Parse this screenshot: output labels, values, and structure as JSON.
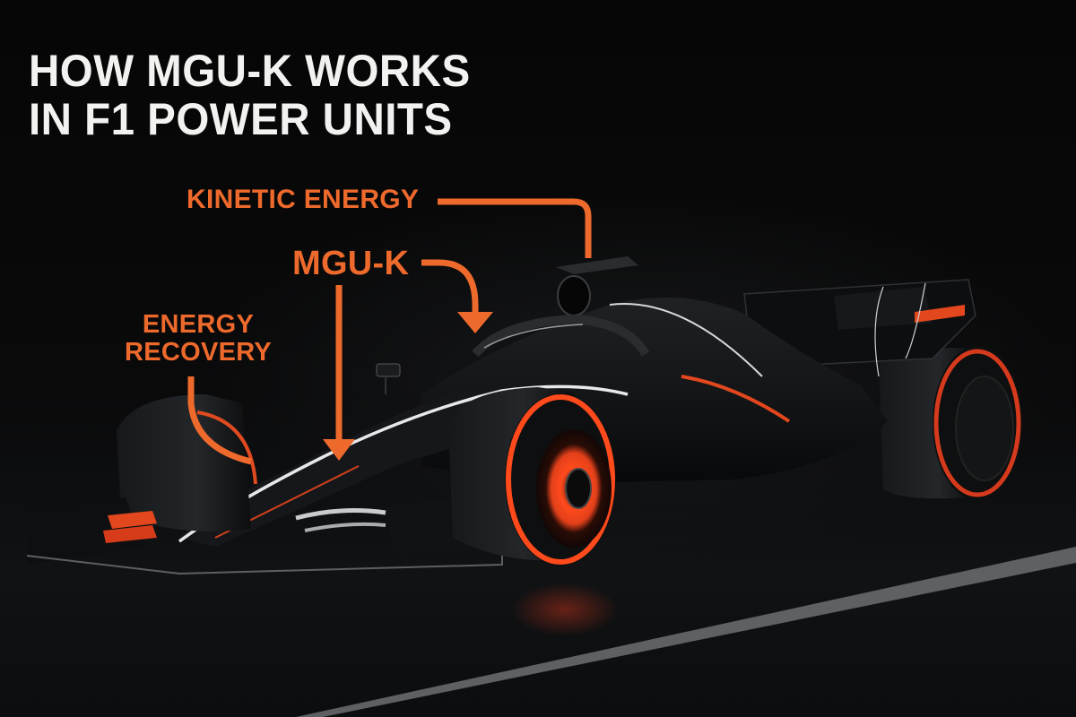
{
  "infographic": {
    "title_lines": [
      "HOW MGU-K WORKS",
      "IN F1 POWER UNITS"
    ],
    "labels": {
      "kinetic_energy": "KINETIC ENERGY",
      "mgu_k": "MGU-K",
      "energy_recovery_line1": "ENERGY",
      "energy_recovery_line2": "RECOVERY"
    },
    "illustration": "Dark Formula 1 car on night track with glowing orange wheel rims",
    "colors": {
      "background": "#050505",
      "title_text": "#f2f2f0",
      "accent_orange": "#ee6a2c",
      "wheel_glow": "#ff4a1c",
      "car_body": "#121416",
      "track_line": "#7a7c7e"
    }
  }
}
